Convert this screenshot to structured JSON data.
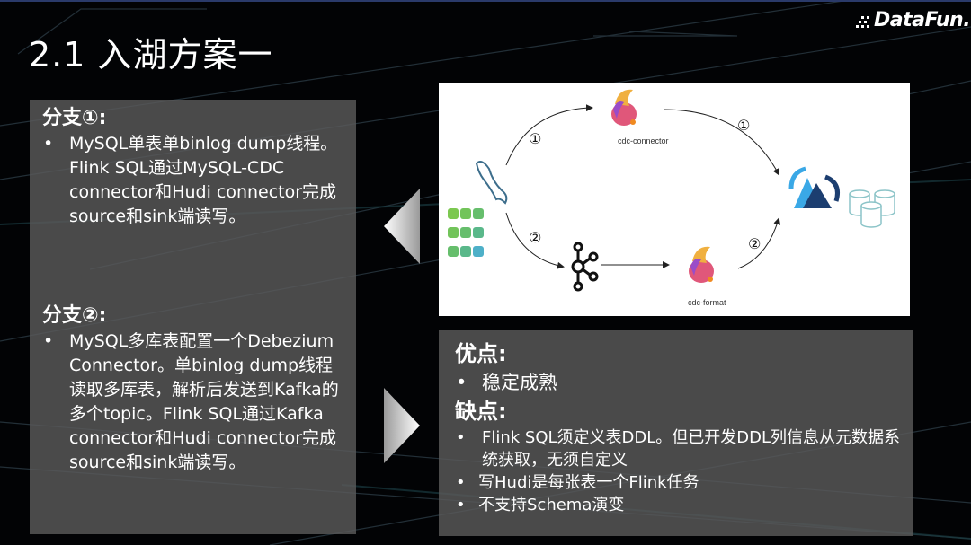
{
  "slide": {
    "title": "2.1 入湖方案一",
    "logo_text": "DataFun."
  },
  "branches": [
    {
      "heading": "分支①:",
      "bullets": [
        "MySQL单表单binlog dump线程。Flink SQL通过MySQL-CDC connector和Hudi connector完成source和sink端读写。"
      ]
    },
    {
      "heading": "分支②:",
      "bullets": [
        "MySQL多库表配置一个Debezium Connector。单binlog dump线程读取多库表，解析后发送到Kafka的多个topic。Flink SQL通过Kafka connector和Hudi connector完成source和sink端读写。"
      ]
    }
  ],
  "evaluation": {
    "pros_heading": "优点:",
    "pros": [
      "稳定成熟"
    ],
    "cons_heading": "缺点:",
    "cons": [
      "Flink SQL须定义表DDL。但已开发DDL列信息从元数据系统获取，无须自定义",
      "写Hudi是每张表一个Flink任务",
      "不支持Schema演变"
    ]
  },
  "diagram": {
    "path1_marker": "①",
    "path2_marker": "②",
    "node_cdc_connector": "cdc-connector",
    "node_cdc_format": "cdc-format",
    "colors": {
      "flink_pink": "#e0577a",
      "hudi_light": "#3aa8e6",
      "hudi_dark": "#1c3e70",
      "db_teal": "#8cc4c8",
      "mysql_blue": "#3d6e8c"
    }
  },
  "colors": {
    "background": "#020305",
    "panel": "#5a5a5a",
    "text": "#ffffff"
  }
}
